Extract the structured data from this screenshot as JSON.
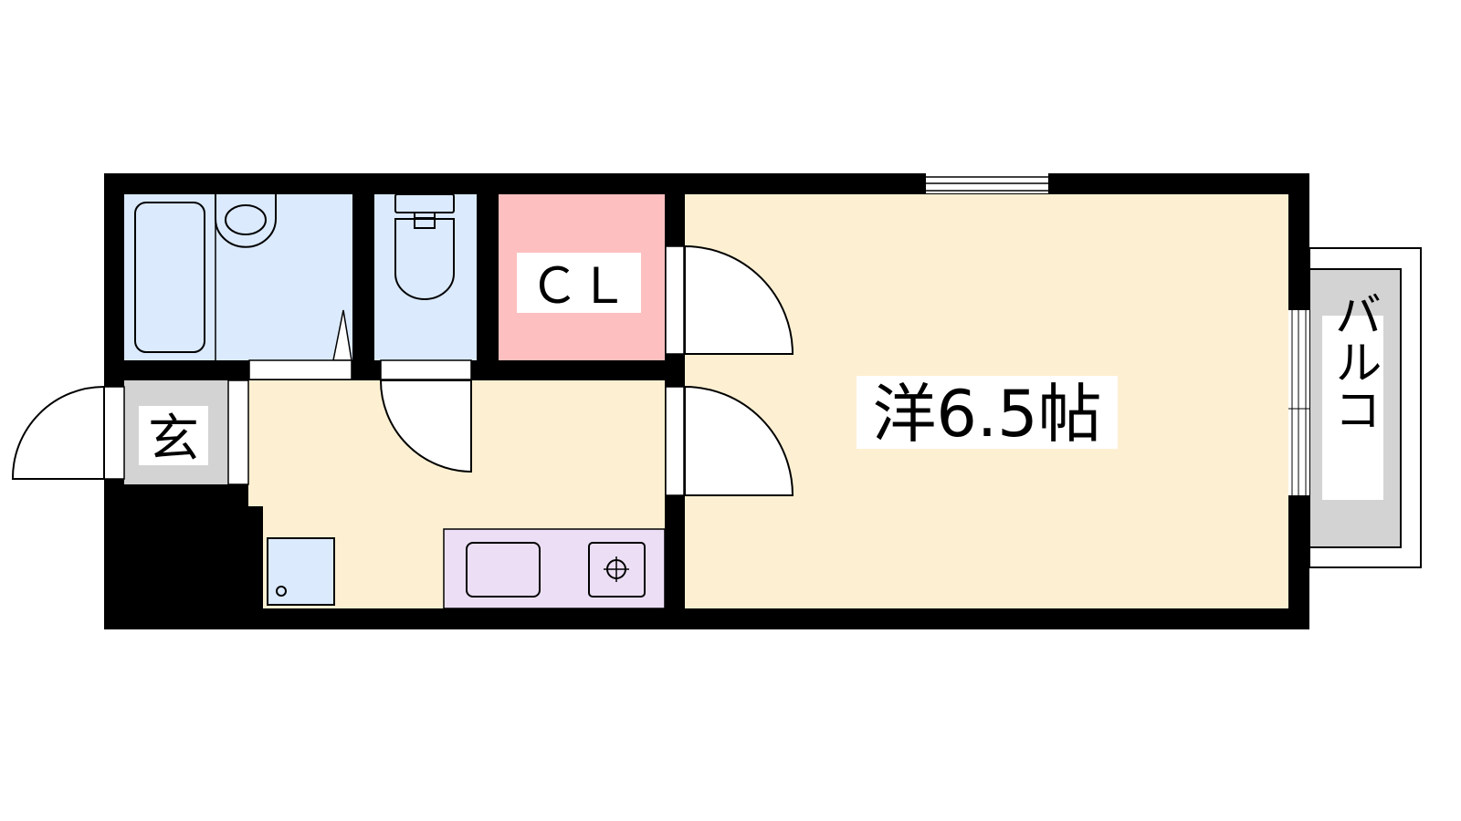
{
  "floor_plan": {
    "rooms": {
      "western_room": {
        "label": "洋6.5帖"
      },
      "closet": {
        "label": "ＣＬ"
      },
      "entrance": {
        "label": "玄"
      },
      "balcony": {
        "label": "バルコ"
      }
    },
    "colors": {
      "wall": "#000000",
      "wet_area": "#dbeafd",
      "closet": "#fdbfbf",
      "living": "#fdf0d2",
      "kitchen": "#ecdff5",
      "entrance": "#d3d3d3",
      "balcony": "#d3d3d3"
    }
  }
}
